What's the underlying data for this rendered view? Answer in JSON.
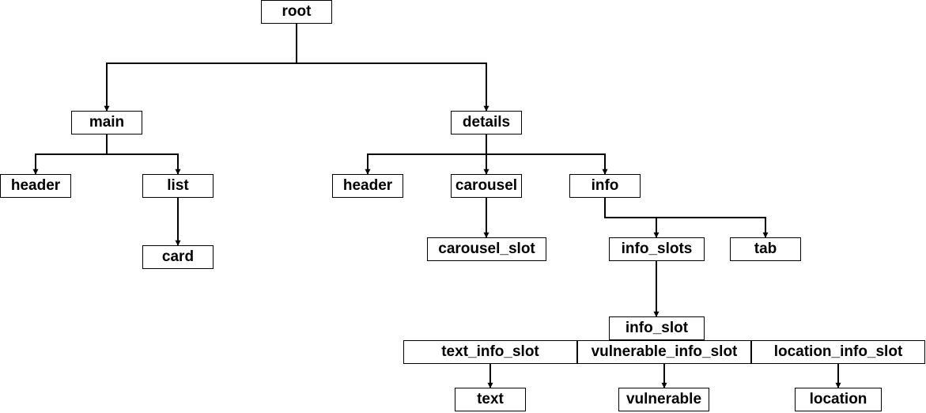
{
  "diagram": {
    "line_color": "#000000",
    "box_border_color": "#000000",
    "box_fill_color": "#ffffff",
    "nodes": {
      "root": "root",
      "main": "main",
      "details": "details",
      "main_header": "header",
      "list": "list",
      "card": "card",
      "details_header": "header",
      "carousel": "carousel",
      "info": "info",
      "carousel_slot": "carousel_slot",
      "info_slots": "info_slots",
      "tab": "tab",
      "info_slot": "info_slot",
      "text_info_slot": "text_info_slot",
      "vulnerable_info_slot": "vulnerable_info_slot",
      "location_info_slot": "location_info_slot",
      "text": "text",
      "vulnerable": "vulnerable",
      "location": "location"
    }
  }
}
